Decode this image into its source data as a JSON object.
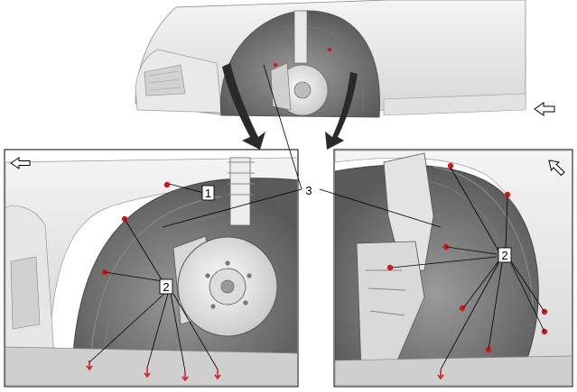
{
  "callouts": {
    "inner_liner": "3",
    "pushpin_fastener": "2",
    "wheelhouse_bolt": "1"
  },
  "colors": {
    "fastener": "#d01818",
    "arrow_fill": "#2a2a2a",
    "line": "#000000"
  },
  "icons": {
    "forward_arrow_top": "arrow-left-icon",
    "forward_arrow_left_panel": "arrow-left-icon",
    "forward_arrow_right_panel": "arrow-up-left-icon"
  }
}
